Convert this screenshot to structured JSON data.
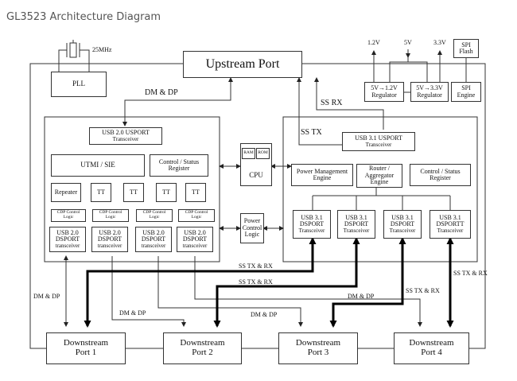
{
  "title": "GL3523 Architecture Diagram",
  "diagram": {
    "upstream_port": "Upstream Port",
    "crystal": "25MHz",
    "pll": "PLL",
    "voltages": {
      "v12": "1.2V",
      "v5": "5V",
      "v33": "3.3V"
    },
    "spi_flash": [
      "SPI",
      "Flash"
    ],
    "spi_engine": [
      "SPI",
      "Engine"
    ],
    "regulator_12": [
      "5V→1.2V",
      "Regulator"
    ],
    "regulator_33": [
      "5V→3.3V",
      "Regulator"
    ],
    "usb2_usport": [
      "USB 2.0 USPORT",
      "Transceiver"
    ],
    "utmi_sie": "UTMI / SIE",
    "control_status_left": [
      "Control / Status",
      "Register"
    ],
    "repeater": "Repeater",
    "tt": "TT",
    "cdp_logic": [
      "CDP Control",
      "Logic"
    ],
    "usb2_dsport": [
      "USB 2.0",
      "DSPORT",
      "transceiver"
    ],
    "cpu": "CPU",
    "ram": "RAM",
    "rom": "ROM",
    "power_control_logic": [
      "Power",
      "Control",
      "Logic"
    ],
    "usb31_usport": [
      "USB 3.1 USPORT",
      "Transceiver"
    ],
    "power_management": [
      "Power Management",
      "Engine"
    ],
    "router": [
      "Router /",
      "Aggregator",
      "Engine"
    ],
    "control_status_right": [
      "Control / Status",
      "Register"
    ],
    "usb31_dsport": [
      "USB 3.1",
      "DSPORT",
      "Transceiver"
    ],
    "usb31_dsportt": [
      "USB 3.1",
      "DSPORTT",
      "Transceiver"
    ],
    "downstream_ports": [
      [
        "Downstream",
        "Port 1"
      ],
      [
        "Downstream",
        "Port 2"
      ],
      [
        "Downstream",
        "Port 3"
      ],
      [
        "Downstream",
        "Port 4"
      ]
    ],
    "signals": {
      "dm_dp": "DM & DP",
      "ss_rx": "SS RX",
      "ss_tx": "SS TX",
      "ss_tx_rx": "SS TX & RX"
    }
  }
}
